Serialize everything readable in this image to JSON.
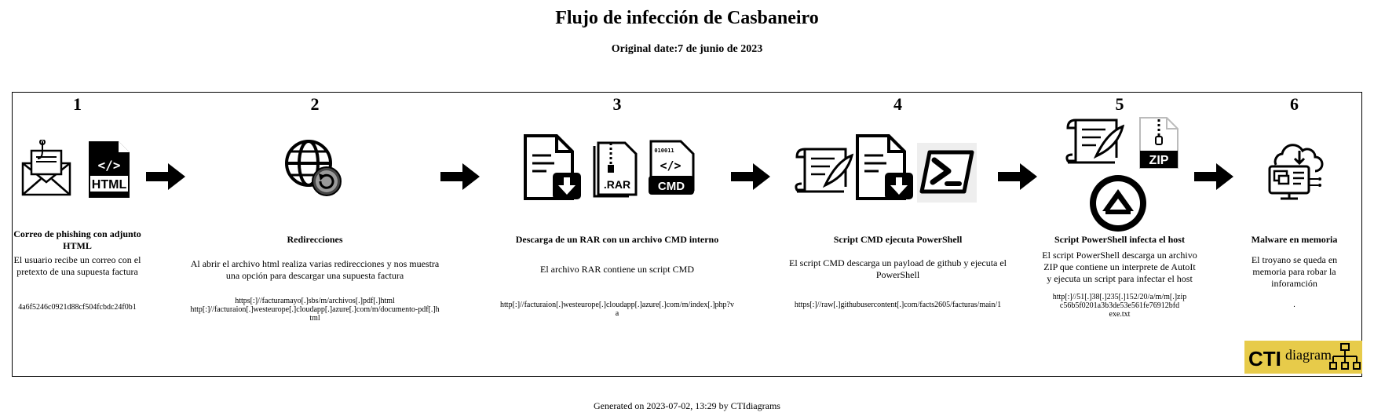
{
  "header": {
    "title": "Flujo de infección de Casbaneiro",
    "subtitle": "Original date:7 de junio de 2023"
  },
  "steps": [
    {
      "number": "1",
      "title": "Correo de phishing con adjunto HTML",
      "description": "El usuario recibe un correo con el pretexto de una supuesta factura",
      "ioc": "4a6f5246c0921d88cf504fcbdc24f0b1",
      "icons": [
        "phishing-email-icon",
        "html-file-icon"
      ]
    },
    {
      "number": "2",
      "title": "Redirecciones",
      "description": "Al abrir el archivo html realiza varias redirecciones y nos muestra una opción para descargar una supuesta factura",
      "ioc": "https[:]//facturamayo[.]sbs/m/archivos[.]pdf[.]html\nhttp[:]//facturaion[.]westeurope[.]cloudapp[.]azure[.]com/m/documento-pdf[.]html",
      "icons": [
        "globe-redirect-icon"
      ]
    },
    {
      "number": "3",
      "title": "Descarga de un RAR con un archivo CMD interno",
      "description": "El archivo RAR contiene un script CMD",
      "ioc": "http[:]//facturaion[.]westeurope[.]cloudapp[.]azure[.]com/m/index[.]php?va",
      "icons": [
        "file-download-icon",
        "rar-file-icon",
        "cmd-file-icon"
      ]
    },
    {
      "number": "4",
      "title": "Script CMD ejecuta PowerShell",
      "description": "El script CMD descarga un payload de github y ejecuta el PowerShell",
      "ioc": "https[:]//raw[.]githubusercontent[.]com/facts2605/facturas/main/1",
      "icons": [
        "script-icon",
        "file-download-icon",
        "powershell-icon"
      ]
    },
    {
      "number": "5",
      "title": "Script PowerShell infecta el host",
      "description": "El script PowerShell descarga un archivo ZIP que contiene un interprete de AutoIt y ejecuta un script para infectar el host",
      "ioc": "http[:]//51[.]38[.]235[.]152/20/a/m/m[.]zip\nc56b5f0201a3b3de53e561fe76912bfd\nexe.txt",
      "icons": [
        "script-icon",
        "zip-file-icon",
        "autoit-icon"
      ]
    },
    {
      "number": "6",
      "title": "Malware en memoria",
      "description": "El troyano se queda en memoria para robar la inforamción",
      "ioc": ".",
      "icons": [
        "cloud-computer-icon"
      ]
    }
  ],
  "logo": {
    "text_main": "CTI",
    "text_sub": "diagram"
  },
  "footer": {
    "text": "Generated on 2023-07-02, 13:29 by CTIdiagrams"
  }
}
